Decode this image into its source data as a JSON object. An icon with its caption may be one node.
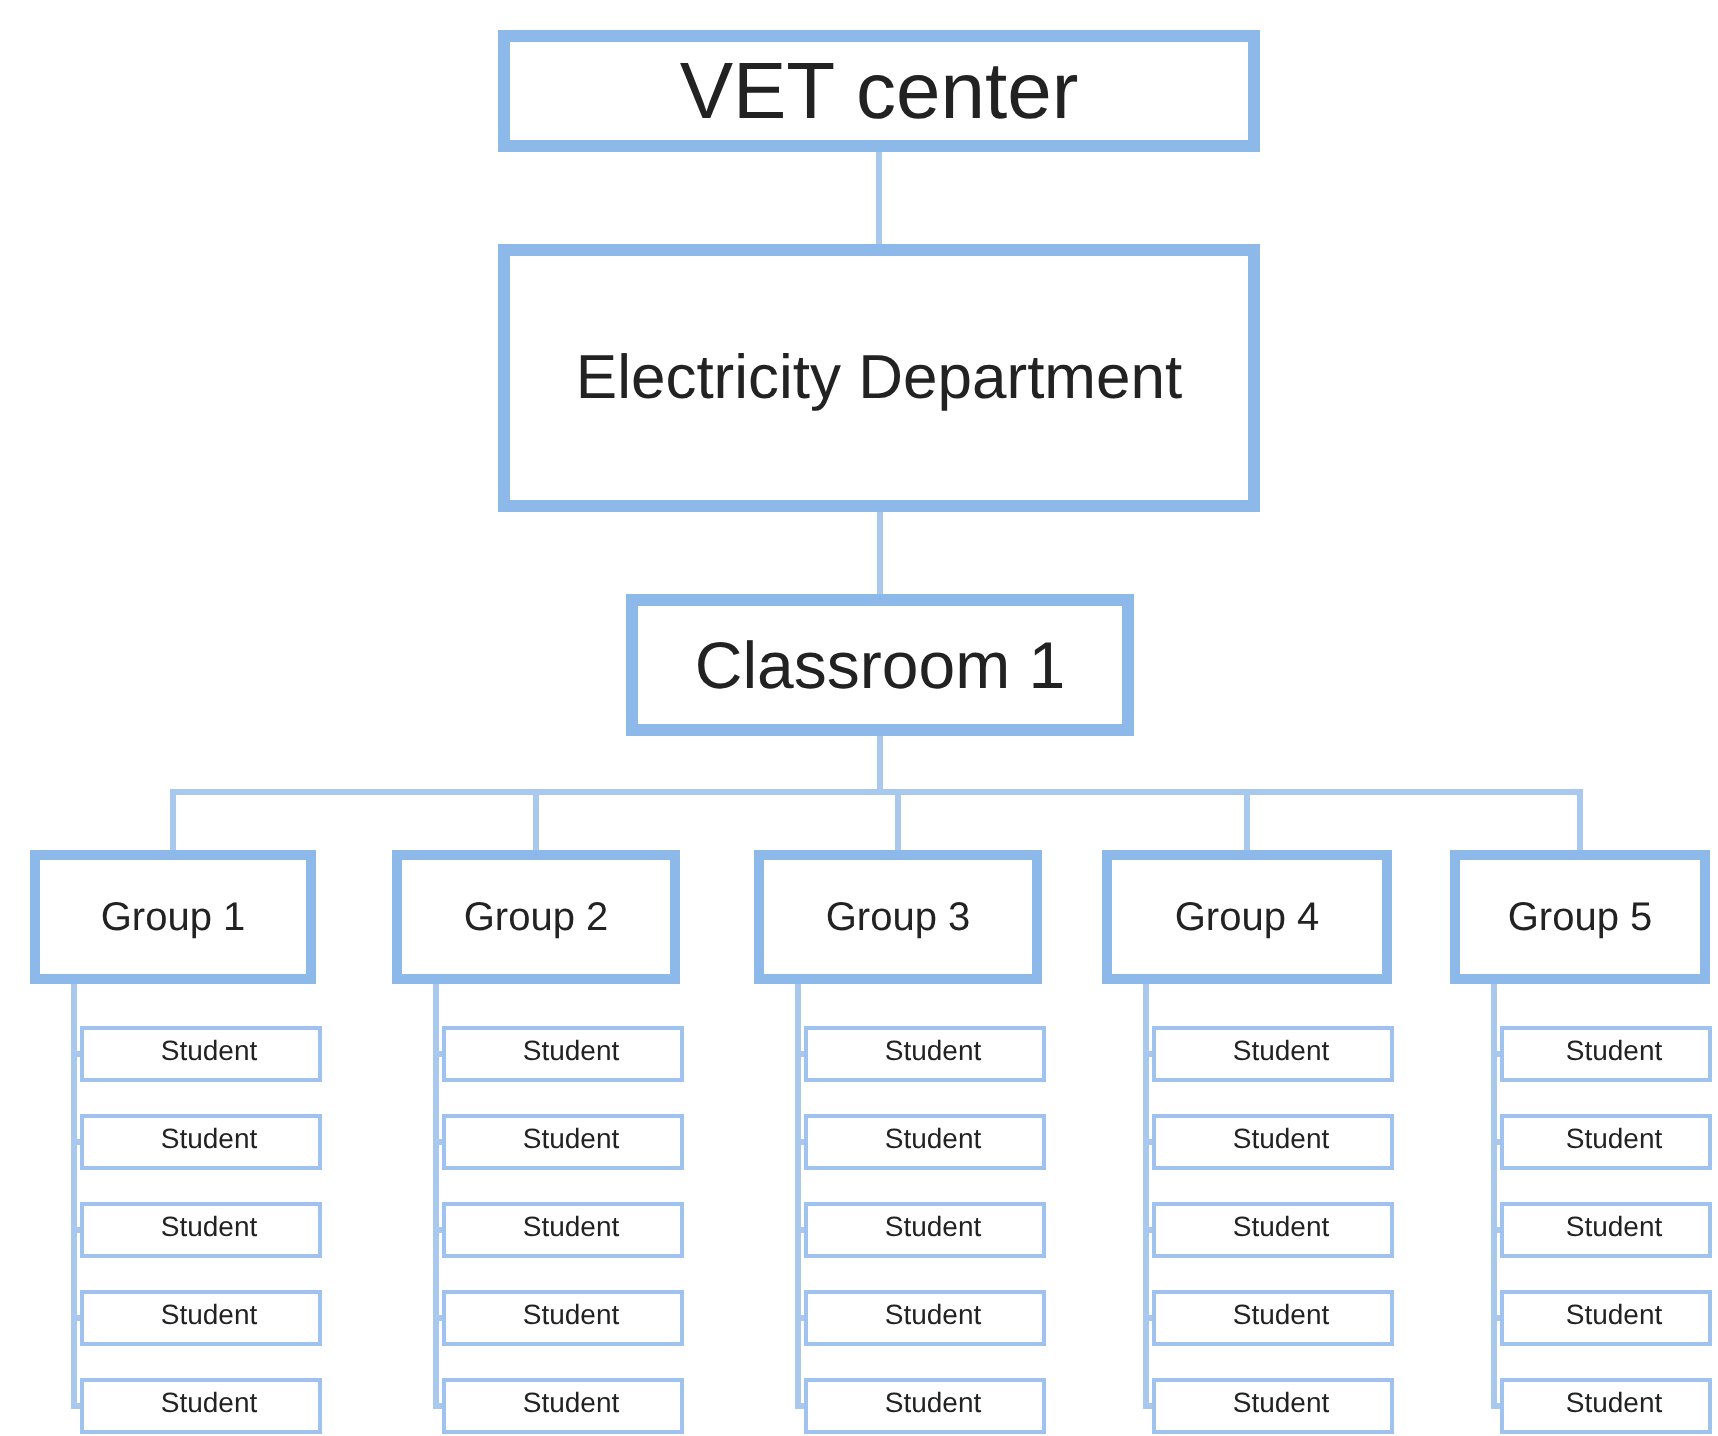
{
  "diagram": {
    "nodes": [
      {
        "text": [
          "VET center"
        ]
      },
      {
        "text": [
          "Electricity Department"
        ]
      },
      {
        "text": [
          "Classroom 1"
        ]
      },
      {
        "text": [
          "Group 1"
        ]
      },
      {
        "text": [
          "Group 2"
        ]
      },
      {
        "text": [
          "Group 3"
        ]
      },
      {
        "text": [
          "Group 4"
        ]
      },
      {
        "text": [
          "Group 5"
        ]
      },
      {
        "text": [
          "Student"
        ]
      },
      {
        "text": [
          "Student"
        ]
      },
      {
        "text": [
          "Student"
        ]
      },
      {
        "text": [
          "Student"
        ]
      },
      {
        "text": [
          "Student"
        ]
      },
      {
        "text": [
          "Student"
        ]
      },
      {
        "text": [
          "Student"
        ]
      },
      {
        "text": [
          "Student"
        ]
      },
      {
        "text": [
          "Student"
        ]
      },
      {
        "text": [
          "Student"
        ]
      },
      {
        "text": [
          "Student"
        ]
      },
      {
        "text": [
          "Student"
        ]
      },
      {
        "text": [
          "Student"
        ]
      },
      {
        "text": [
          "Student"
        ]
      },
      {
        "text": [
          "Student"
        ]
      },
      {
        "text": [
          "Student"
        ]
      },
      {
        "text": [
          "Student"
        ]
      },
      {
        "text": [
          "Student"
        ]
      },
      {
        "text": [
          "Student"
        ]
      },
      {
        "text": [
          "Student"
        ]
      },
      {
        "text": [
          "Student"
        ]
      },
      {
        "text": [
          "Student"
        ]
      },
      {
        "text": [
          "Student"
        ]
      },
      {
        "text": [
          "Student"
        ]
      },
      {
        "text": [
          "Student"
        ]
      }
    ],
    "edges": [
      {
        "from": 0,
        "to": 1,
        "arrow": "none"
      },
      {
        "from": 1,
        "to": 2,
        "arrow": "none"
      },
      {
        "from": 2,
        "to": 3,
        "arrow": "none"
      },
      {
        "from": 2,
        "to": 4,
        "arrow": "none"
      },
      {
        "from": 2,
        "to": 5,
        "arrow": "none"
      },
      {
        "from": 2,
        "to": 6,
        "arrow": "none"
      },
      {
        "from": 2,
        "to": 7,
        "arrow": "none"
      },
      {
        "from": 3,
        "to": 8,
        "arrow": "none"
      },
      {
        "from": 3,
        "to": 9,
        "arrow": "none"
      },
      {
        "from": 3,
        "to": 10,
        "arrow": "none"
      },
      {
        "from": 3,
        "to": 11,
        "arrow": "none"
      },
      {
        "from": 3,
        "to": 12,
        "arrow": "none"
      },
      {
        "from": 4,
        "to": 13,
        "arrow": "none"
      },
      {
        "from": 4,
        "to": 14,
        "arrow": "none"
      },
      {
        "from": 4,
        "to": 15,
        "arrow": "none"
      },
      {
        "from": 4,
        "to": 16,
        "arrow": "none"
      },
      {
        "from": 4,
        "to": 17,
        "arrow": "none"
      },
      {
        "from": 5,
        "to": 18,
        "arrow": "none"
      },
      {
        "from": 5,
        "to": 19,
        "arrow": "none"
      },
      {
        "from": 5,
        "to": 20,
        "arrow": "none"
      },
      {
        "from": 5,
        "to": 21,
        "arrow": "none"
      },
      {
        "from": 5,
        "to": 22,
        "arrow": "none"
      },
      {
        "from": 6,
        "to": 23,
        "arrow": "none"
      },
      {
        "from": 6,
        "to": 24,
        "arrow": "none"
      },
      {
        "from": 6,
        "to": 25,
        "arrow": "none"
      },
      {
        "from": 6,
        "to": 26,
        "arrow": "none"
      },
      {
        "from": 6,
        "to": 27,
        "arrow": "none"
      },
      {
        "from": 7,
        "to": 28,
        "arrow": "none"
      },
      {
        "from": 7,
        "to": 29,
        "arrow": "none"
      },
      {
        "from": 7,
        "to": 30,
        "arrow": "none"
      },
      {
        "from": 7,
        "to": 31,
        "arrow": "none"
      },
      {
        "from": 7,
        "to": 32,
        "arrow": "none"
      }
    ]
  }
}
